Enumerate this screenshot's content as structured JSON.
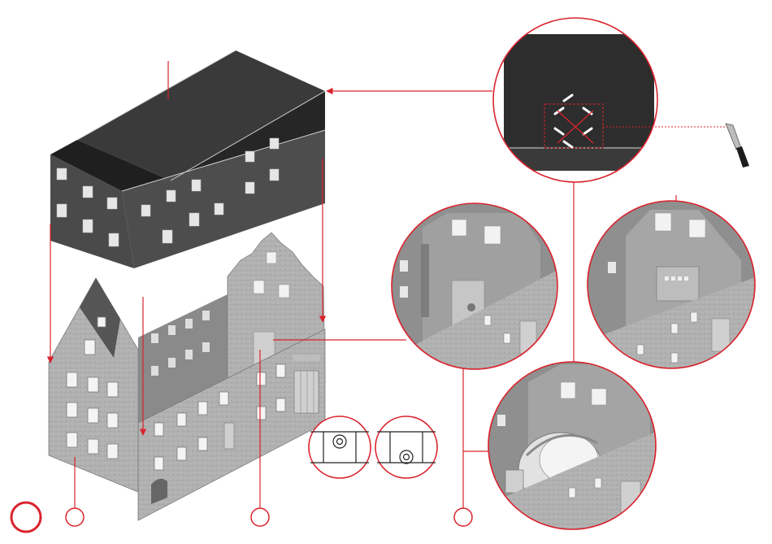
{
  "diagram": {
    "accent_color": "#d9232d",
    "roof_color": "#2b2b2b",
    "wall_color": "#a9a9a9",
    "step_markers": [
      {
        "id": "step-marker-1",
        "label": "",
        "filled": true
      },
      {
        "id": "step-marker-2",
        "label": "",
        "filled": false
      },
      {
        "id": "step-marker-3",
        "label": "",
        "filled": false
      },
      {
        "id": "step-marker-4",
        "label": "",
        "filled": false
      }
    ],
    "sign_text": "",
    "icons": [
      "craft-knife-icon",
      "cut-cross-icon",
      "motor-icon",
      "socket-icon"
    ]
  }
}
